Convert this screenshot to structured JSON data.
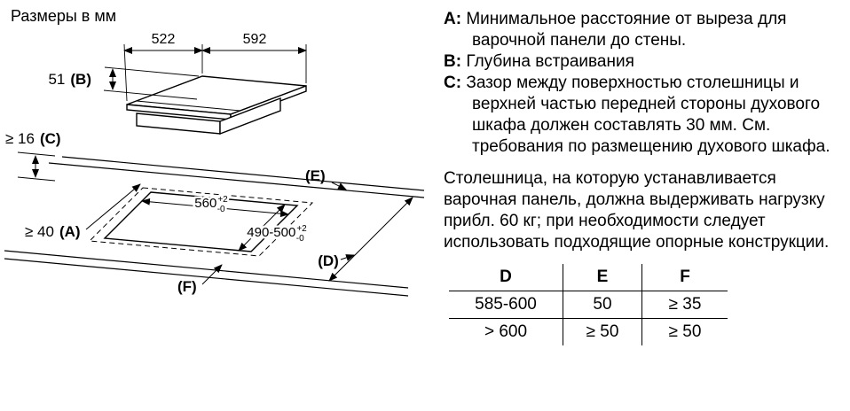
{
  "title": "Размеры в мм",
  "accent_color": "#000000",
  "diagram": {
    "dim_depth_top": "522",
    "dim_width_top": "592",
    "dim_b": {
      "value": "51",
      "ref": "(B)"
    },
    "dim_c": {
      "value": "≥ 16",
      "ref": "(C)"
    },
    "dim_a": {
      "value": "≥ 40",
      "ref": "(A)"
    },
    "cutout_width": {
      "value": "560",
      "plus": "+2",
      "minus": "-0"
    },
    "cutout_depth": {
      "value": "490-500",
      "plus": "+2",
      "minus": "-0"
    },
    "label_d": "(D)",
    "label_e": "(E)",
    "label_f": "(F)"
  },
  "legend": [
    {
      "key": "A:",
      "text": "Минимальное расстояние от выреза для варочной панели до стены."
    },
    {
      "key": "B:",
      "text": "Глубина встраивания"
    },
    {
      "key": "C:",
      "text": "Зазор между поверхностью столешницы и верхней частью передней стороны духового шкафа должен составлять 30 мм. См. требования по размещению духового шкафа."
    }
  ],
  "note": "Столешница, на которую устанавливается варочная панель, должна выдерживать нагрузку прибл. 60 кг; при необходимости следует использовать подходящие опорные конструкции.",
  "table": {
    "headers": [
      "D",
      "E",
      "F"
    ],
    "rows": [
      [
        "585-600",
        "50",
        "≥ 35"
      ],
      [
        "> 600",
        "≥ 50",
        "≥ 50"
      ]
    ]
  }
}
